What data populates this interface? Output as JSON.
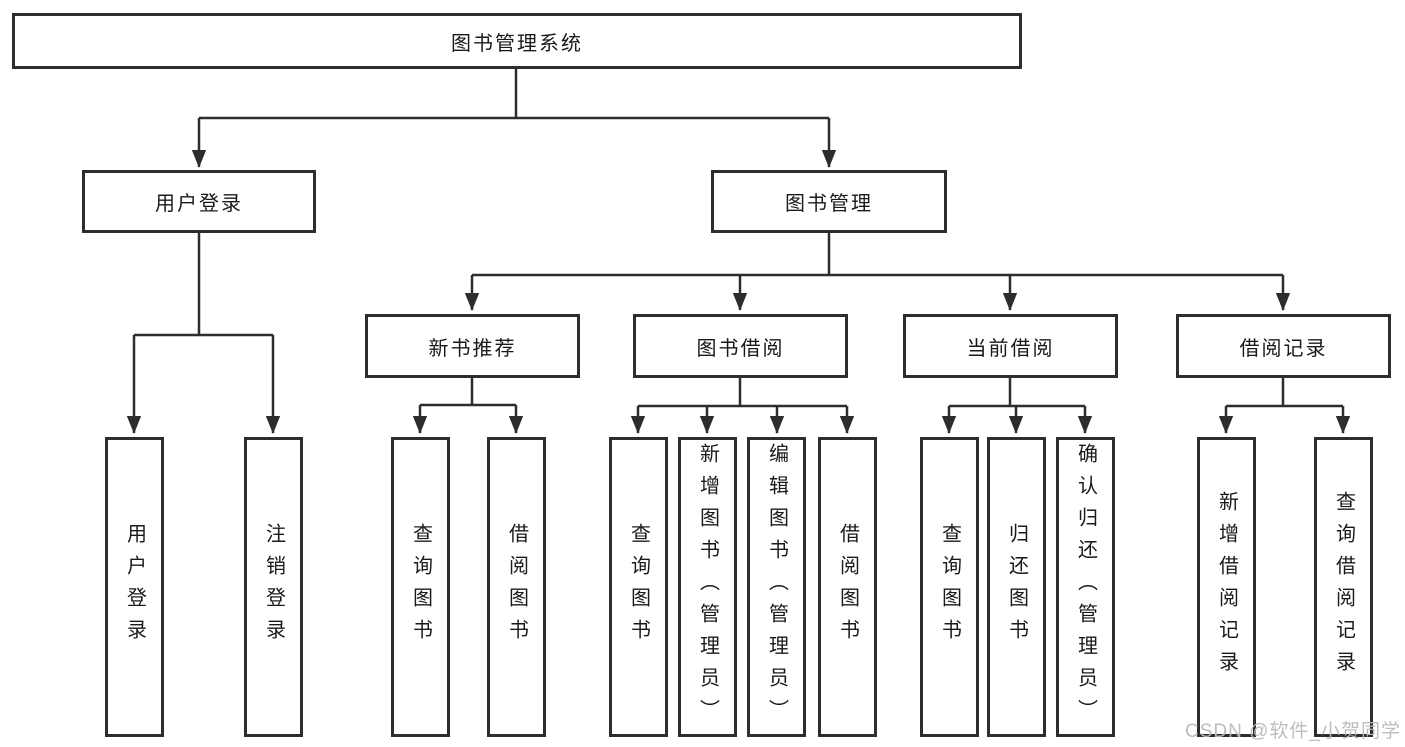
{
  "diagram": {
    "root": {
      "label": "图书管理系统"
    },
    "level2": [
      {
        "label": "用户登录"
      },
      {
        "label": "图书管理"
      }
    ],
    "level3": [
      {
        "label": "新书推荐"
      },
      {
        "label": "图书借阅"
      },
      {
        "label": "当前借阅"
      },
      {
        "label": "借阅记录"
      }
    ],
    "leaves": [
      {
        "label": "用户登录"
      },
      {
        "label": "注销登录"
      },
      {
        "label": "查询图书"
      },
      {
        "label": "借阅图书"
      },
      {
        "label": "查询图书"
      },
      {
        "label": "新增图书（管理员）"
      },
      {
        "label": "编辑图书（管理员）"
      },
      {
        "label": "借阅图书"
      },
      {
        "label": "查询图书"
      },
      {
        "label": "归还图书"
      },
      {
        "label": "确认归还（管理员）"
      },
      {
        "label": "新增借阅记录"
      },
      {
        "label": "查询借阅记录"
      }
    ],
    "line_color": "#2d2d2d",
    "watermark": "CSDN @软件_小贺同学"
  }
}
